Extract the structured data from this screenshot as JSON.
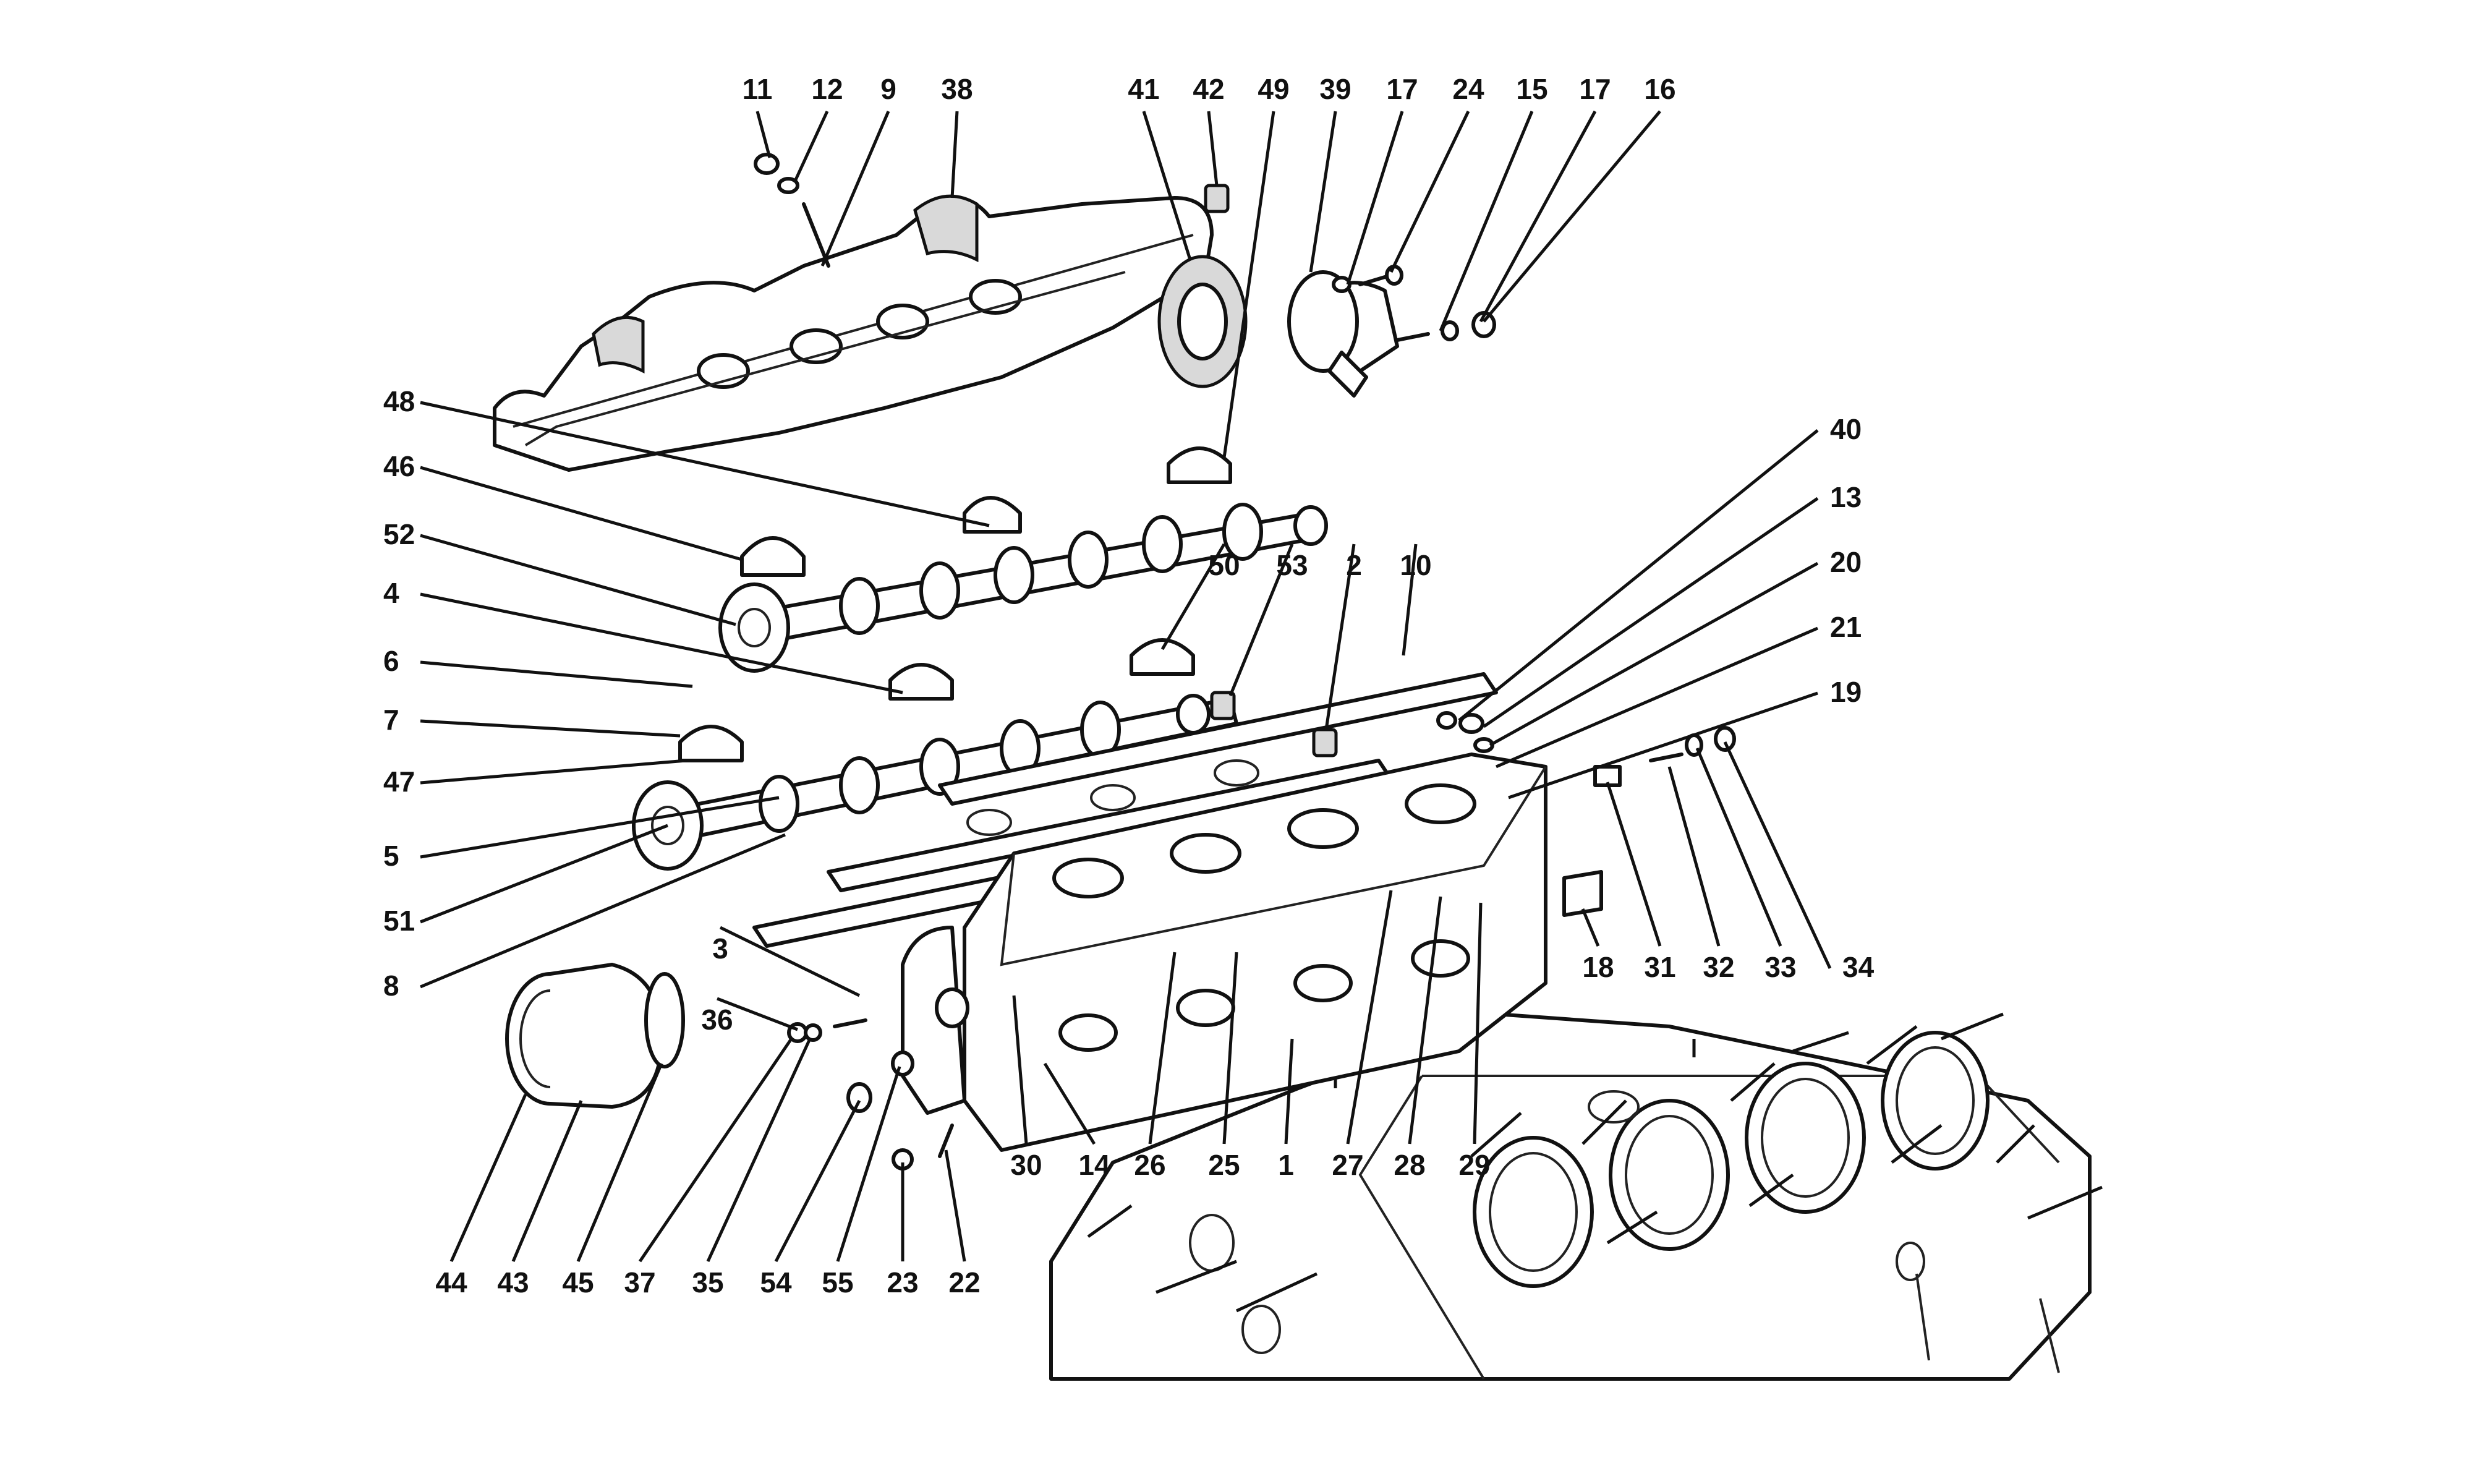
{
  "diagram": {
    "callouts": [
      {
        "label": "11"
      },
      {
        "label": "12"
      },
      {
        "label": "9"
      },
      {
        "label": "38"
      },
      {
        "label": "41"
      },
      {
        "label": "42"
      },
      {
        "label": "49"
      },
      {
        "label": "39"
      },
      {
        "label": "17"
      },
      {
        "label": "24"
      },
      {
        "label": "15"
      },
      {
        "label": "17"
      },
      {
        "label": "16"
      },
      {
        "label": "48"
      },
      {
        "label": "46"
      },
      {
        "label": "52"
      },
      {
        "label": "4"
      },
      {
        "label": "6"
      },
      {
        "label": "7"
      },
      {
        "label": "47"
      },
      {
        "label": "5"
      },
      {
        "label": "51"
      },
      {
        "label": "8"
      },
      {
        "label": "40"
      },
      {
        "label": "13"
      },
      {
        "label": "20"
      },
      {
        "label": "21"
      },
      {
        "label": "19"
      },
      {
        "label": "50"
      },
      {
        "label": "53"
      },
      {
        "label": "2"
      },
      {
        "label": "10"
      },
      {
        "label": "3"
      },
      {
        "label": "36"
      },
      {
        "label": "18"
      },
      {
        "label": "31"
      },
      {
        "label": "32"
      },
      {
        "label": "33"
      },
      {
        "label": "34"
      },
      {
        "label": "30"
      },
      {
        "label": "14"
      },
      {
        "label": "26"
      },
      {
        "label": "25"
      },
      {
        "label": "1"
      },
      {
        "label": "27"
      },
      {
        "label": "28"
      },
      {
        "label": "29"
      },
      {
        "label": "44"
      },
      {
        "label": "43"
      },
      {
        "label": "45"
      },
      {
        "label": "37"
      },
      {
        "label": "35"
      },
      {
        "label": "54"
      },
      {
        "label": "55"
      },
      {
        "label": "23"
      },
      {
        "label": "22"
      }
    ]
  }
}
